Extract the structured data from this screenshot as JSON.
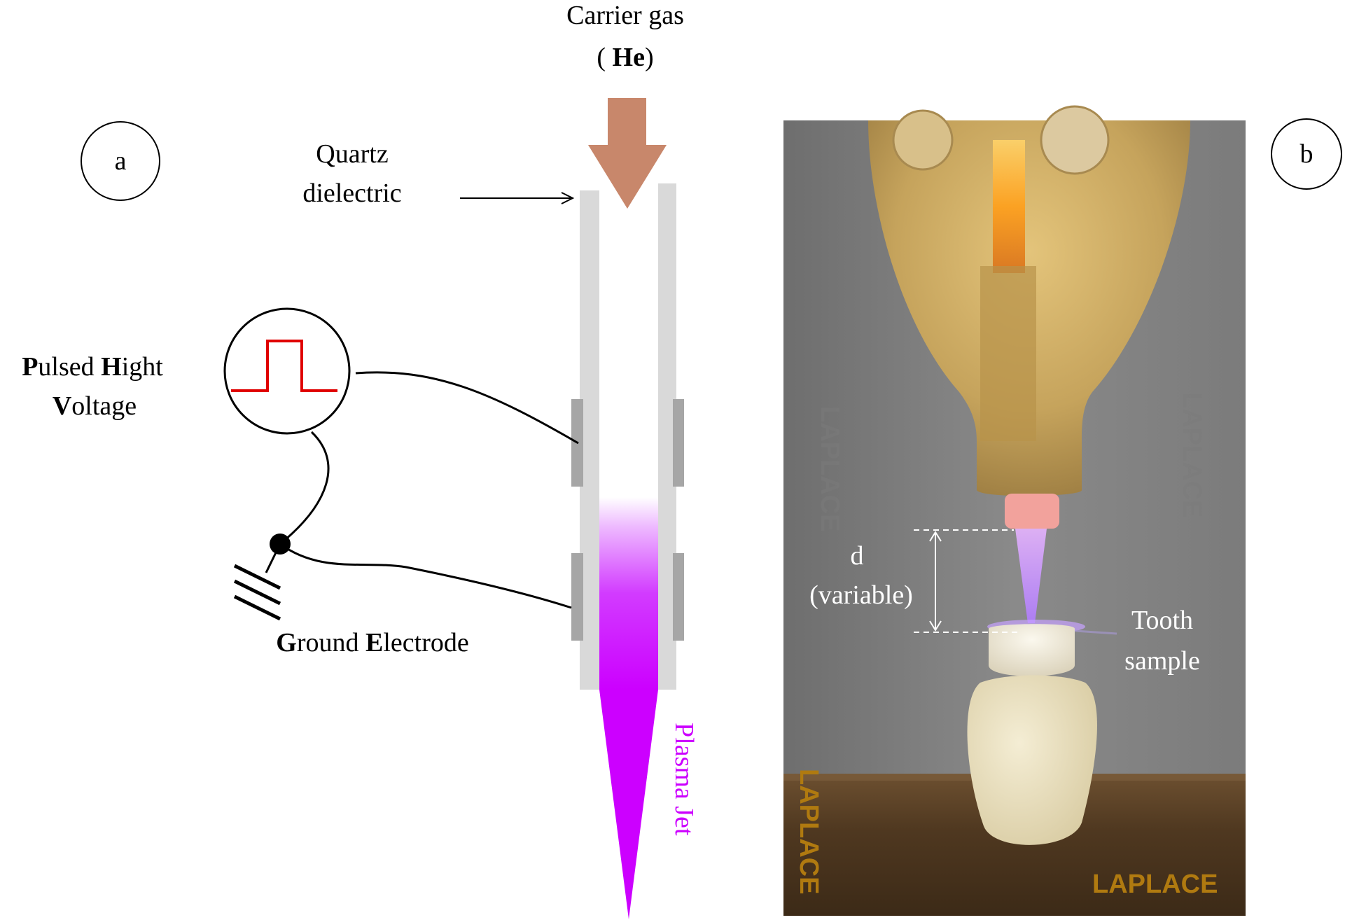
{
  "panel_a": {
    "label": "a",
    "carrier_gas_line1": "Carrier gas",
    "carrier_gas_line2_open": "( ",
    "carrier_gas_line2_gas": "He",
    "carrier_gas_line2_close": ")",
    "quartz_line1": "Quartz",
    "quartz_line2": "dielectric",
    "pulsed_line1_p": "P",
    "pulsed_line1_ulsed": "ulsed ",
    "pulsed_line1_h": "H",
    "pulsed_line1_ight": "ight",
    "pulsed_line2_v": "V",
    "pulsed_line2_oltage": "oltage",
    "ground_g": "G",
    "ground_round": "round ",
    "ground_e": "E",
    "ground_lectrode": "lectrode",
    "plasma_jet": "Plasma Jet"
  },
  "panel_b": {
    "label": "b",
    "d_label": "d",
    "variable_label": "(variable)",
    "tooth_line1": "Tooth",
    "tooth_line2": "sample",
    "watermark": "LAPLACE"
  },
  "colors": {
    "arrow": "#c8876b",
    "plasma": "#cc00ff",
    "pulse": "#e00000",
    "quartz": "#d9d9d9",
    "electrode": "#a6a6a6",
    "watermark_gold": "#b07a10",
    "watermark_grey": "#7a7a7a"
  }
}
